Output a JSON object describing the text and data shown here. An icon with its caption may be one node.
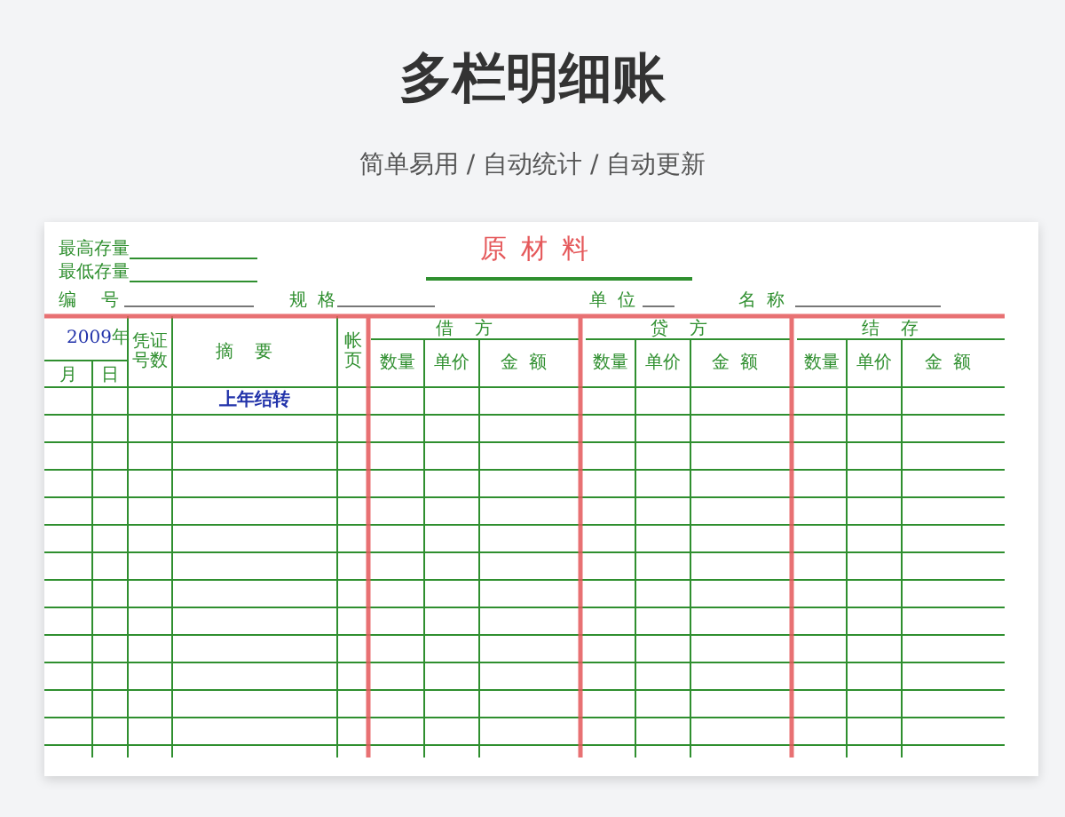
{
  "diagram": {
    "title": "多栏明细账",
    "labels": [
      "简单易用 / 自动统计 / 自动更新",
      "最高存量",
      "原材料",
      "最低存量",
      "编号",
      "规格",
      "单位",
      "名称",
      "2009",
      "年",
      "凭证号数",
      "摘要",
      "帐页",
      "借方",
      "贷方",
      "结存",
      "月",
      "日",
      "数量",
      "单价",
      "金额",
      "数量",
      "单价",
      "金额",
      "数量",
      "单价",
      "金额",
      "上年结转"
    ]
  }
}
